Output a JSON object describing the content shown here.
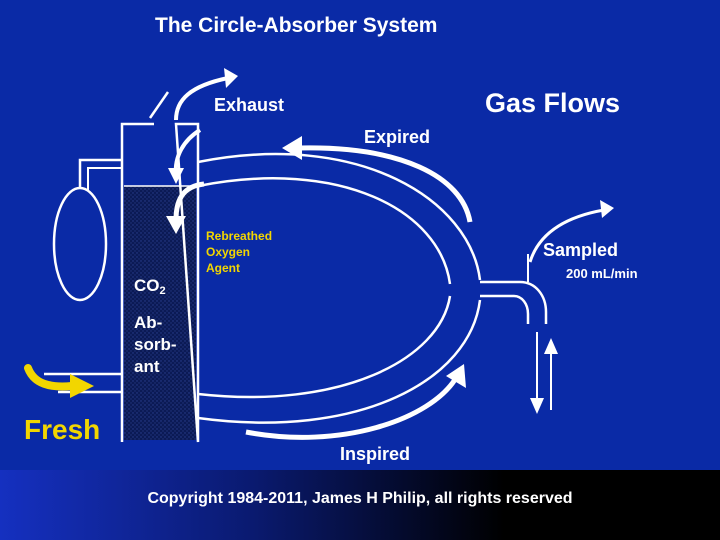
{
  "slide": {
    "title": "The Circle-Absorber System",
    "heading": "Gas Flows",
    "copyright": "Copyright 1984-2011, James H Philip, all rights reserved"
  },
  "labels": {
    "exhaust": "Exhaust",
    "expired": "Expired",
    "sampled": "Sampled",
    "sample_rate": "200 mL/min",
    "inspired": "Inspired",
    "fresh": "Fresh",
    "rebreathed": [
      "Rebreathed",
      "Oxygen",
      "Agent"
    ]
  },
  "absorber": {
    "co2_main": "CO",
    "co2_sub": "2",
    "absorbent_text": "Ab-\nsorb-\nant"
  },
  "colors": {
    "background": "#0a2aa6",
    "lines": "#ffffff",
    "accent": "#f2d600",
    "canister": "#0b1a55"
  }
}
